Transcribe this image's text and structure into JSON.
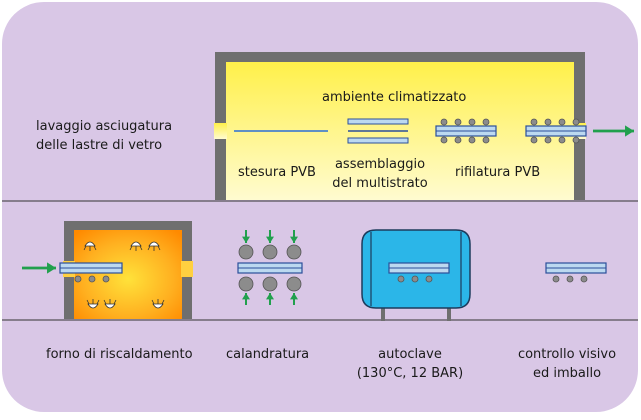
{
  "labels": {
    "washing_line1": "lavaggio asciugatura",
    "washing_line2": "delle lastre di vetro",
    "room": "ambiente climatizzato",
    "laying": "stesura PVB",
    "assembly_line1": "assemblaggio",
    "assembly_line2": "del multistrato",
    "trimming": "rifilatura PVB",
    "oven": "forno di riscaldamento",
    "calender": "calandratura",
    "autoclave_line1": "autoclave",
    "autoclave_line2": "(130°C, 12 BAR)",
    "inspection_line1": "controllo visivo",
    "inspection_line2": "ed imballo"
  },
  "colors": {
    "background": "#d9c7e6",
    "wall": "#6f6f6f",
    "room_fill": "#fff56e",
    "glass": "#bcd9f0",
    "glass_edge": "#2b4f9a",
    "roller": "#8c8c8c",
    "arrow": "#21a04d",
    "autoclave": "#2bb6e8",
    "oven_hot": "#ff8a00",
    "oven_warm": "#ffe23a"
  }
}
